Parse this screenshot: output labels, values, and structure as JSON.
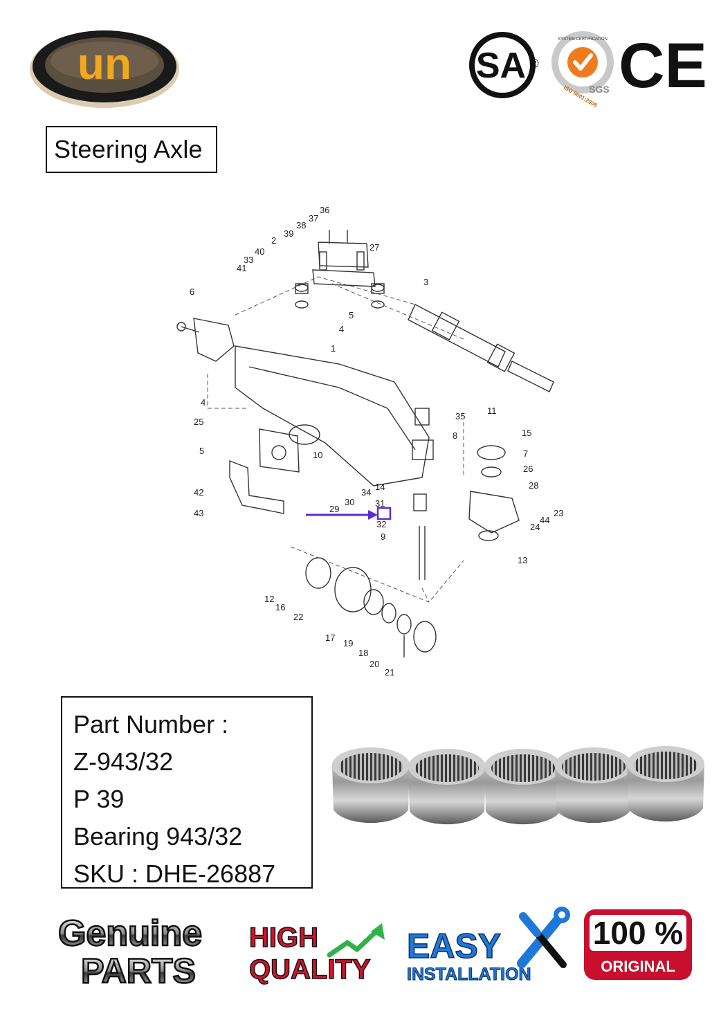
{
  "brand": {
    "logo_text": "un"
  },
  "certifications": {
    "csa": "SA",
    "csa_mark": "®",
    "sgs_ring_text": "SYSTEM CERTIFICATION",
    "sgs_iso": "ISO 9001:2008",
    "sgs_label": "SGS",
    "ce": "CE"
  },
  "section_title": "Steering Axle",
  "diagram": {
    "callouts": [
      "36",
      "37",
      "38",
      "39",
      "2",
      "27",
      "40",
      "33",
      "41",
      "3",
      "6",
      "5",
      "4",
      "1",
      "35",
      "11",
      "8",
      "15",
      "7",
      "26",
      "28",
      "23",
      "44",
      "24",
      "13",
      "25",
      "4",
      "5",
      "10",
      "14",
      "34",
      "30",
      "29",
      "31",
      "32",
      "9",
      "42",
      "43",
      "12",
      "16",
      "22",
      "17",
      "19",
      "18",
      "20",
      "21"
    ],
    "highlight_color": "#5b2bd6"
  },
  "part_info": {
    "line1": "Part Number :",
    "line2": "Z-943/32",
    "line3": "P 39",
    "line4": "Bearing 943/32",
    "line5": "SKU : DHE-26887"
  },
  "badges": {
    "genuine_1": "Genuine",
    "genuine_2": "PARTS",
    "quality_1": "HIGH",
    "quality_2": "QUALITY",
    "easy_1": "EASY",
    "easy_2": "INSTALLATION",
    "original_1": "100 %",
    "original_2": "ORIGINAL"
  },
  "colors": {
    "logo_gold": "#f0a81e",
    "sgs_orange": "#f07a1e",
    "quality_red": "#d0142c",
    "quality_green": "#2fb24a",
    "easy_blue": "#1e78d8",
    "original_red": "#c8102e",
    "arrow": "#5b2bd6"
  }
}
